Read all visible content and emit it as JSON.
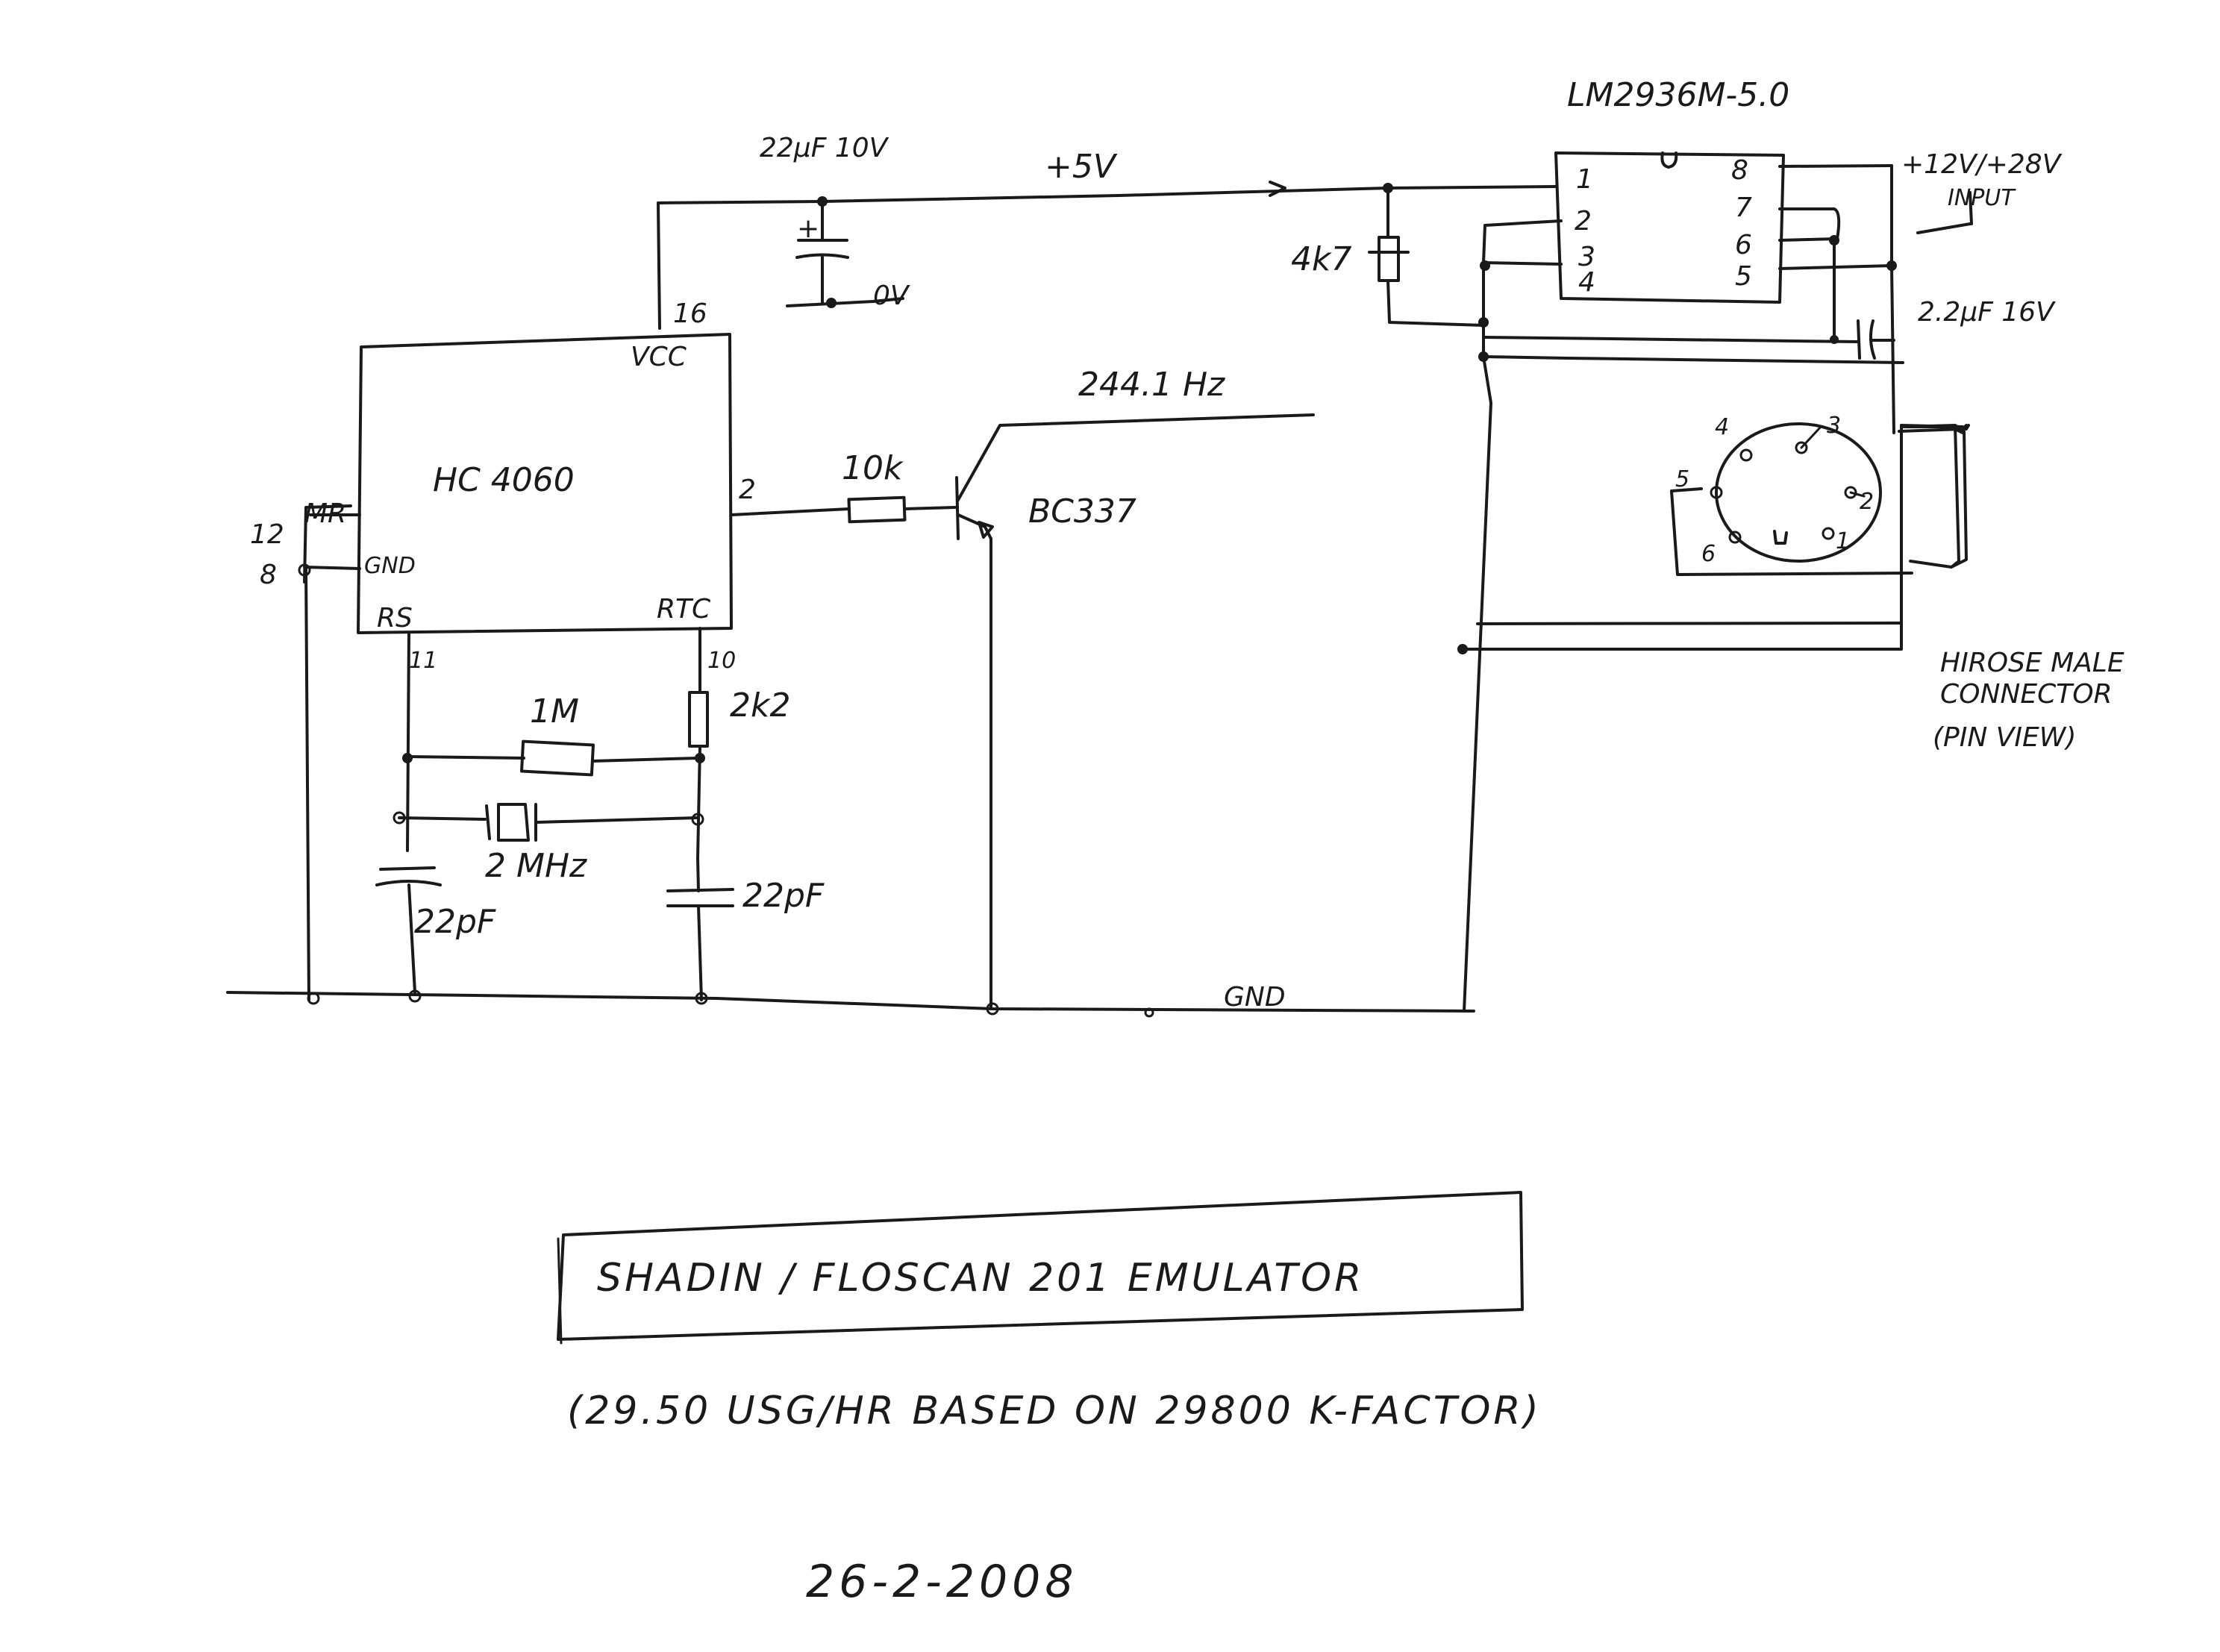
{
  "chip_regulator": {
    "part": "LM2936M-5.0",
    "pins_left": [
      "1",
      "2",
      "3",
      "4"
    ],
    "pins_right": [
      "8",
      "7",
      "6",
      "5"
    ]
  },
  "chip_counter": {
    "part": "HC 4060",
    "vcc": "VCC",
    "mr": "MR",
    "gnd": "GND",
    "rs": "RS",
    "rtc": "RTC",
    "pin_vcc": "16",
    "pin_out": "2",
    "pin_mr": "12",
    "pin_gnd": "8",
    "pin_rs": "11",
    "pin_rtc": "10"
  },
  "rail_labels": {
    "plus5v": "+5V",
    "gnd": "GND",
    "zero_v": "0V",
    "input": "+12V/+28V",
    "input_word": "INPUT",
    "freq": "244.1 Hz"
  },
  "components": {
    "cap_22uf": "22µF 10V",
    "cap_2u2": "2.2µF 16V",
    "res_4k7": "4k7",
    "res_10k": "10k",
    "transistor": "BC337",
    "res_1m": "1M",
    "res_2k2": "2k2",
    "crystal": "2 MHz",
    "cap_left": "22pF",
    "cap_right": "22pF",
    "cap_plus": "+"
  },
  "connector": {
    "title_line1": "HIROSE MALE",
    "title_line2": "CONNECTOR",
    "title_line3": "(PIN VIEW)",
    "pins": [
      "1",
      "2",
      "3",
      "4",
      "5",
      "6"
    ]
  },
  "title_box": {
    "title": "SHADIN / FLOSCAN   201   EMULATOR"
  },
  "note": "(29.50   USG/HR   BASED   ON   29800   K-FACTOR)",
  "date": "26-2-2008"
}
